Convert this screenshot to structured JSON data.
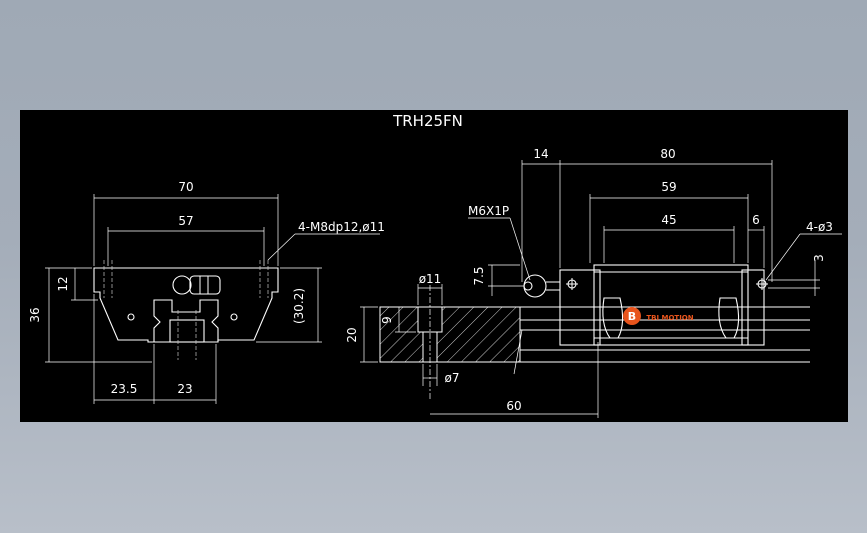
{
  "drawing": {
    "title": "TRH25FN",
    "brand_label": "TBI MOTION",
    "front_view": {
      "dim_width_total": "70",
      "dim_bolt_pitch": "57",
      "dim_height_total": "36",
      "dim_flange": "12",
      "dim_height_ref": "(30.2)",
      "dim_offset": "23.5",
      "dim_rail_width": "23",
      "note_tapped_holes": "4-M8dp12,ø11"
    },
    "side_view": {
      "dim_end_offset": "14",
      "dim_block_length": "80",
      "dim_body_length": "59",
      "dim_hole_pitch": "45",
      "dim_seal": "6",
      "dim_lube_hole": "4-ø3",
      "dim_lube_height": "3",
      "dim_grease_height": "7.5",
      "note_grease_nipple": "M6X1P",
      "dim_counterbore": "ø11",
      "dim_counterbore_depth": "9",
      "dim_rail_height": "20",
      "dim_bolt_hole": "ø7",
      "dim_rail_pitch": "60"
    }
  }
}
